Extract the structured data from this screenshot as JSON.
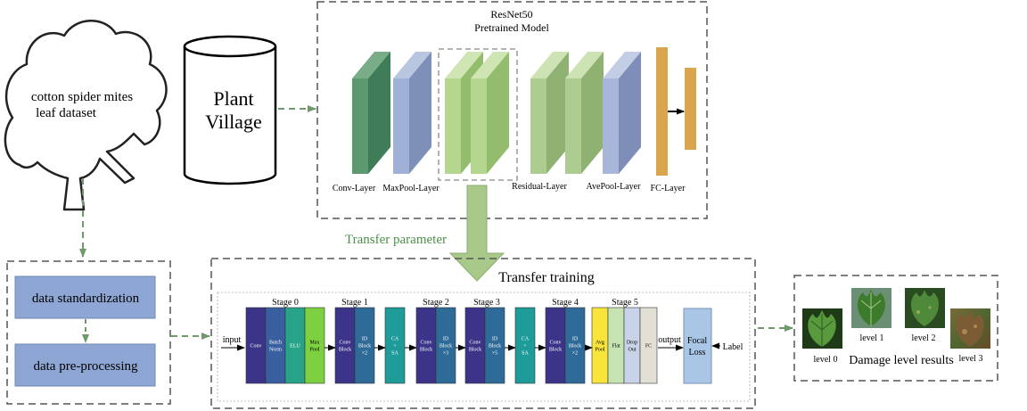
{
  "dataset": {
    "cloud_line1": "cotton spider mites",
    "cloud_line2": "leaf dataset",
    "plant_village_line1": "Plant",
    "plant_village_line2": "Village"
  },
  "pretrained": {
    "title_line1": "ResNet50",
    "title_line2": "Pretrained Model",
    "layer_labels": [
      "Conv-Layer",
      "MaxPool-Layer",
      "Residual-Layer",
      "AvePool-Layer",
      "FC-Layer"
    ]
  },
  "transfer_parameter": "Transfer parameter",
  "preprocess": {
    "step1": "data standardization",
    "step2": "data pre-processing"
  },
  "training": {
    "title": "Transfer training",
    "input": "input",
    "output": "output",
    "label": "Label",
    "stages": [
      "Stage 0",
      "Stage 1",
      "Stage 2",
      "Stage 3",
      "Stage 4",
      "Stage 5"
    ],
    "blocks": [
      {
        "id": "conv",
        "lines": [
          "Conv"
        ]
      },
      {
        "id": "batchnorm",
        "lines": [
          "Batch",
          "Norm"
        ]
      },
      {
        "id": "elu",
        "lines": [
          "ELU"
        ]
      },
      {
        "id": "maxpool",
        "lines": [
          "Max",
          "Pool"
        ]
      },
      {
        "id": "convblock1",
        "lines": [
          "Conv",
          "Block"
        ]
      },
      {
        "id": "idblock1",
        "lines": [
          "ID",
          "Block",
          "×2"
        ]
      },
      {
        "id": "casa1",
        "lines": [
          "CA",
          "+",
          "SA"
        ]
      },
      {
        "id": "convblock2",
        "lines": [
          "Conv",
          "Block"
        ]
      },
      {
        "id": "idblock2",
        "lines": [
          "ID",
          "Block",
          "×3"
        ]
      },
      {
        "id": "convblock3",
        "lines": [
          "Conv",
          "Block"
        ]
      },
      {
        "id": "idblock3",
        "lines": [
          "ID",
          "Block",
          "×5"
        ]
      },
      {
        "id": "casa2",
        "lines": [
          "CA",
          "+",
          "SA"
        ]
      },
      {
        "id": "convblock4",
        "lines": [
          "Conv",
          "Block"
        ]
      },
      {
        "id": "idblock4",
        "lines": [
          "ID",
          "Block",
          "×2"
        ]
      },
      {
        "id": "avgpool",
        "lines": [
          "Avg",
          "Pool"
        ]
      },
      {
        "id": "flat",
        "lines": [
          "Flat"
        ]
      },
      {
        "id": "dropout",
        "lines": [
          "Drop",
          "Out"
        ]
      },
      {
        "id": "fc",
        "lines": [
          "FC"
        ]
      }
    ],
    "focal_loss_line1": "Focal",
    "focal_loss_line2": "Loss"
  },
  "results": {
    "title": "Damage level results",
    "levels": [
      "level 0",
      "level 1",
      "level 2",
      "level 3"
    ]
  },
  "colors": {
    "conv": "#3b3488",
    "batchnorm": "#3a5fa0",
    "elu": "#27a488",
    "maxpool": "#7dd040",
    "idblock": "#2e6b98",
    "casa": "#1f9b9a",
    "avgpool": "#f8e43a",
    "flat": "#c6e4b2",
    "dropout": "#c9d3e8",
    "fc": "#e2dfd4",
    "focal": "#a9c6e6",
    "preprocess_box": "#8ea6d4",
    "arrow_green": "#6e9a6a",
    "transfer_arrow": "#a9c98a",
    "transfer_text": "#4d8f4a"
  }
}
